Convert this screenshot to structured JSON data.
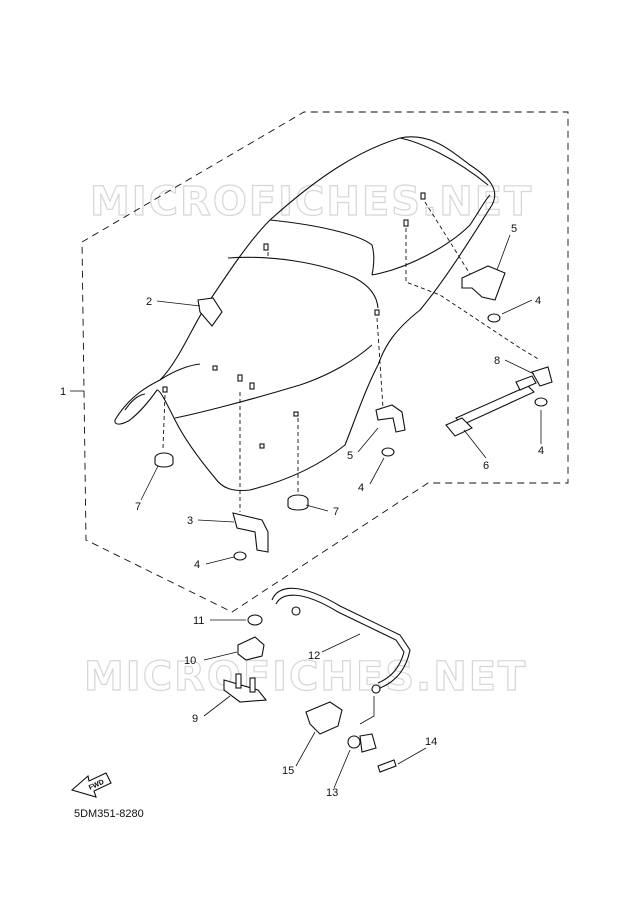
{
  "watermark": "MICROFICHES.NET",
  "diagram_code": "5DM351-8280",
  "fwd_label": "FWD",
  "callouts": [
    "1",
    "2",
    "3",
    "4",
    "4",
    "4",
    "4",
    "5",
    "5",
    "6",
    "7",
    "7",
    "8",
    "9",
    "10",
    "11",
    "12",
    "13",
    "14",
    "15"
  ]
}
